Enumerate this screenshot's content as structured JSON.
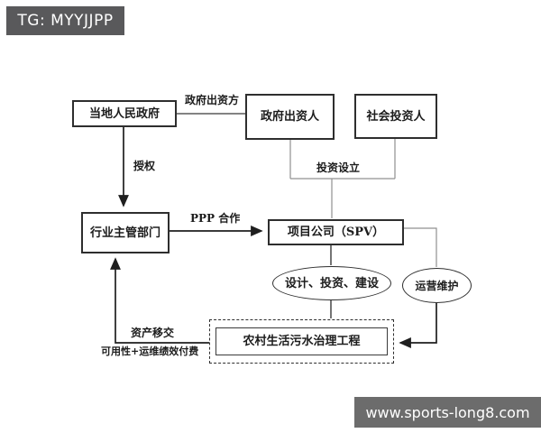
{
  "watermark_top": {
    "text": "TG: MYYJJPP"
  },
  "watermark_bottom": {
    "text": "www.sports-long8.com"
  },
  "nodes": {
    "local_gov": {
      "label": "当地人民政府"
    },
    "gov_investor": {
      "label": "政府出资人"
    },
    "social_investor": {
      "label": "社会投资人"
    },
    "industry_dept": {
      "label": "行业主管部门"
    },
    "spv": {
      "label": "项目公司（SPV）"
    },
    "design_invest_build": {
      "label": "设计、投资、建设"
    },
    "operation_maintenance": {
      "label": "运营维护"
    },
    "rural_sewage_project": {
      "label": "农村生活污水治理工程"
    }
  },
  "edges": {
    "gov_funder": {
      "label": "政府出资方"
    },
    "authorization": {
      "label": "授权"
    },
    "invest_establish": {
      "label": "投资设立"
    },
    "ppp_cooperation": {
      "label": "PPP 合作"
    },
    "asset_transfer": {
      "label": "资产移交"
    },
    "availability_payment": {
      "label": "可用性+运维绩效付费"
    }
  },
  "colors": {
    "background": "#ffffff",
    "line_dark": "#1f1f1f",
    "line_gray": "#909090",
    "watermark_top_bg": "#59595b",
    "watermark_bottom_bg": "#6c6c6c"
  }
}
